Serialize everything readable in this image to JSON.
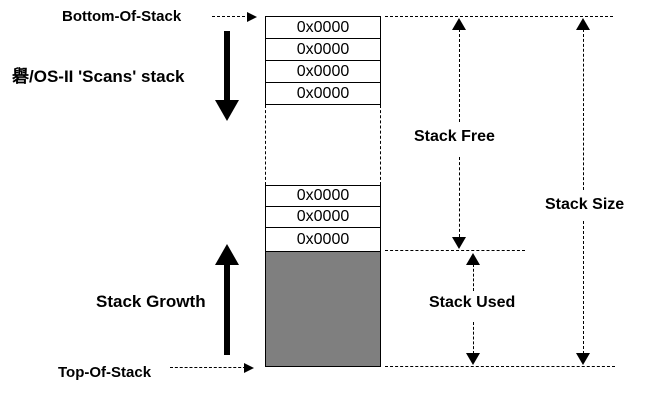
{
  "labels": {
    "bottom_of_stack": "Bottom-Of-Stack",
    "os_scans_stack": "礜/OS-II 'Scans' stack",
    "stack_growth": "Stack Growth",
    "top_of_stack": "Top-Of-Stack",
    "stack_free": "Stack Free",
    "stack_used": "Stack Used",
    "stack_size": "Stack Size"
  },
  "stack": {
    "cells_top": [
      "0x0000",
      "0x0000",
      "0x0000",
      "0x0000"
    ],
    "cells_bottom": [
      "0x0000",
      "0x0000",
      "0x0000"
    ]
  },
  "colors": {
    "line": "#000000",
    "used_fill": "#7f7f7f",
    "background": "#ffffff"
  }
}
